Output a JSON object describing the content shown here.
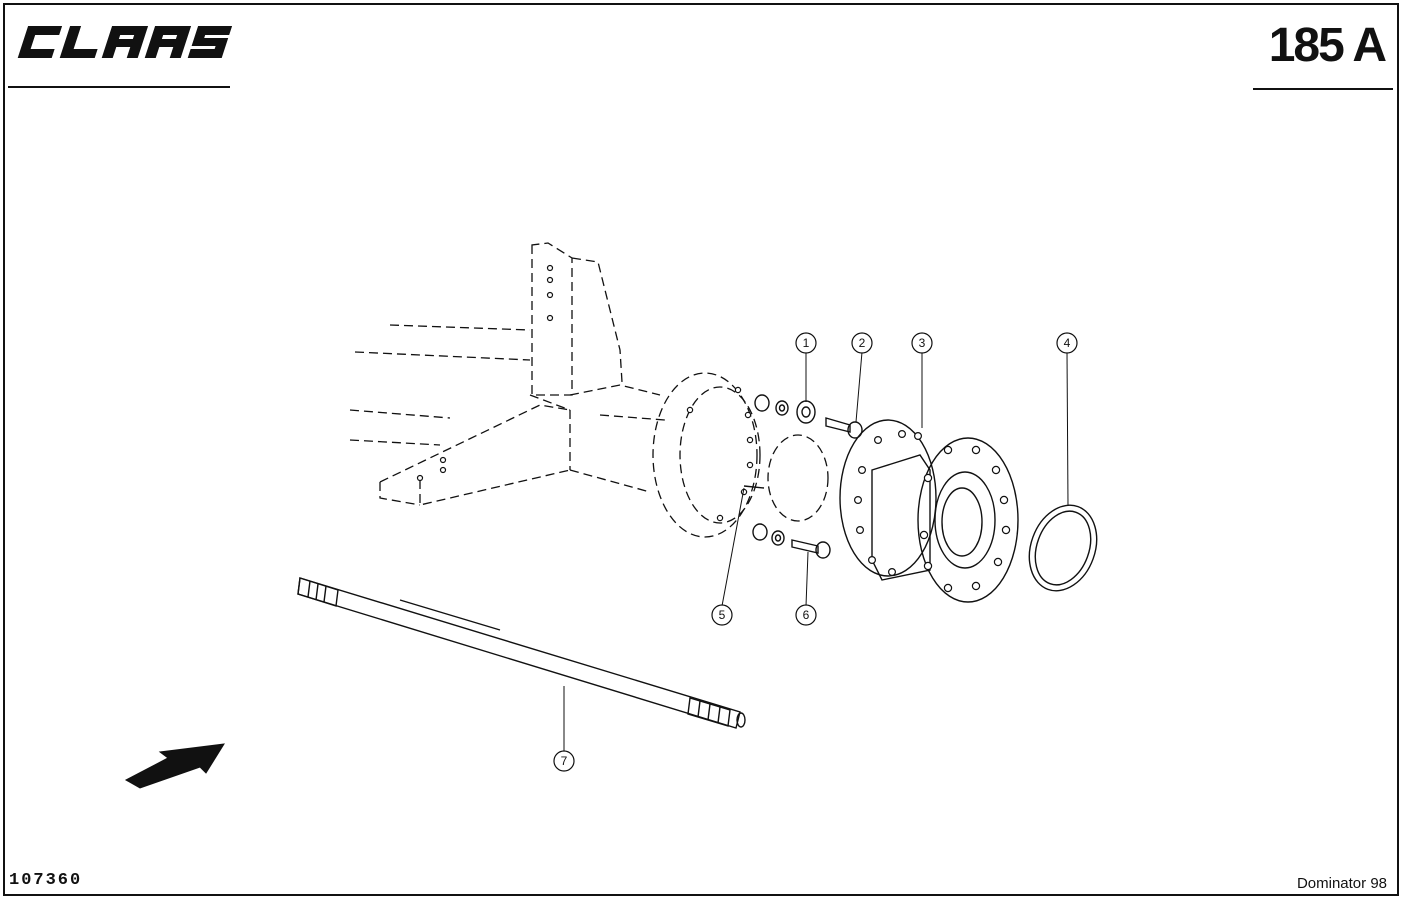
{
  "header": {
    "brand": "CLAAS",
    "page_number": "185 A"
  },
  "footer": {
    "drawing_number": "107360",
    "model": "Dominator 98"
  },
  "callouts": [
    {
      "id": "1",
      "label": "1"
    },
    {
      "id": "2",
      "label": "2"
    },
    {
      "id": "3",
      "label": "3"
    },
    {
      "id": "4",
      "label": "4"
    },
    {
      "id": "5",
      "label": "5"
    },
    {
      "id": "6",
      "label": "6"
    },
    {
      "id": "7",
      "label": "7"
    }
  ],
  "colors": {
    "ink": "#111111",
    "paper": "#ffffff"
  }
}
